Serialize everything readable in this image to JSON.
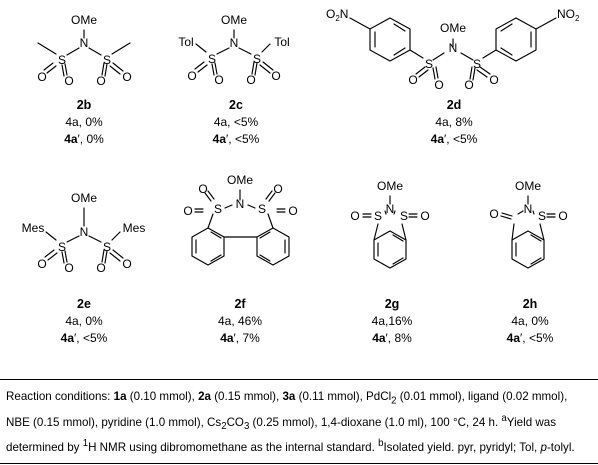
{
  "atoms": {
    "S": "S",
    "N": "N",
    "O": "O",
    "OMe": "OMe",
    "Tol": "Tol",
    "Mes": "Mes",
    "NO2": "NO",
    "NO2_sub": "2",
    "O2N": "O",
    "O2N_sub": "2",
    "O2N_N": "N"
  },
  "compounds": [
    {
      "id": "2b",
      "a": "4a, 0%",
      "b_prefix": "4a",
      "b_prime": "′",
      "b_rest": ", 0%"
    },
    {
      "id": "2c",
      "a": "4a, <5%",
      "b_prefix": "4a",
      "b_prime": "′",
      "b_rest": ", <5%"
    },
    {
      "id": "2d",
      "a": "4a, 8%",
      "b_prefix": "4a",
      "b_prime": "′",
      "b_rest": ", <5%"
    },
    {
      "id": "2e",
      "a": "4a, 0%",
      "b_prefix": "4a",
      "b_prime": "′",
      "b_rest": ", <5%"
    },
    {
      "id": "2f",
      "a": "4a, 46%",
      "b_prefix": "4a",
      "b_prime": "′",
      "b_rest": ", 7%"
    },
    {
      "id": "2g",
      "a": "4a,16%",
      "b_prefix": "4a",
      "b_prime": "′",
      "b_rest": ", 8%"
    },
    {
      "id": "2h",
      "a": "4a, 0%",
      "b_prefix": "4a",
      "b_prime": "′",
      "b_rest": ", <5%"
    }
  ],
  "footnote": {
    "t1": "Reaction conditions: ",
    "b1": "1a",
    "t2": " (0.10 mmol), ",
    "b2": "2a",
    "t3": " (0.15 mmol), ",
    "b3": "3a",
    "t4": " (0.11 mmol), PdCl",
    "sub1": "2",
    "t5": " (0.01 mmol), ligand (0.02 mmol), NBE (0.15 mmol), pyridine (1.0 mmol), Cs",
    "sub2": "2",
    "t6": "CO",
    "sub3": "3",
    "t7": " (0.25 mmol), 1,4-dioxane (1.0 ml), 100 °C, 24 h. ",
    "supa": "a",
    "t8": "Yield was determined by ",
    "sup1": "1",
    "t9": "H NMR using dibromomethane as the internal standard. ",
    "supb": "b",
    "t10": "Isolated yield. pyr, pyridyl; Tol, ",
    "i1": "p",
    "t11": "-tolyl."
  }
}
